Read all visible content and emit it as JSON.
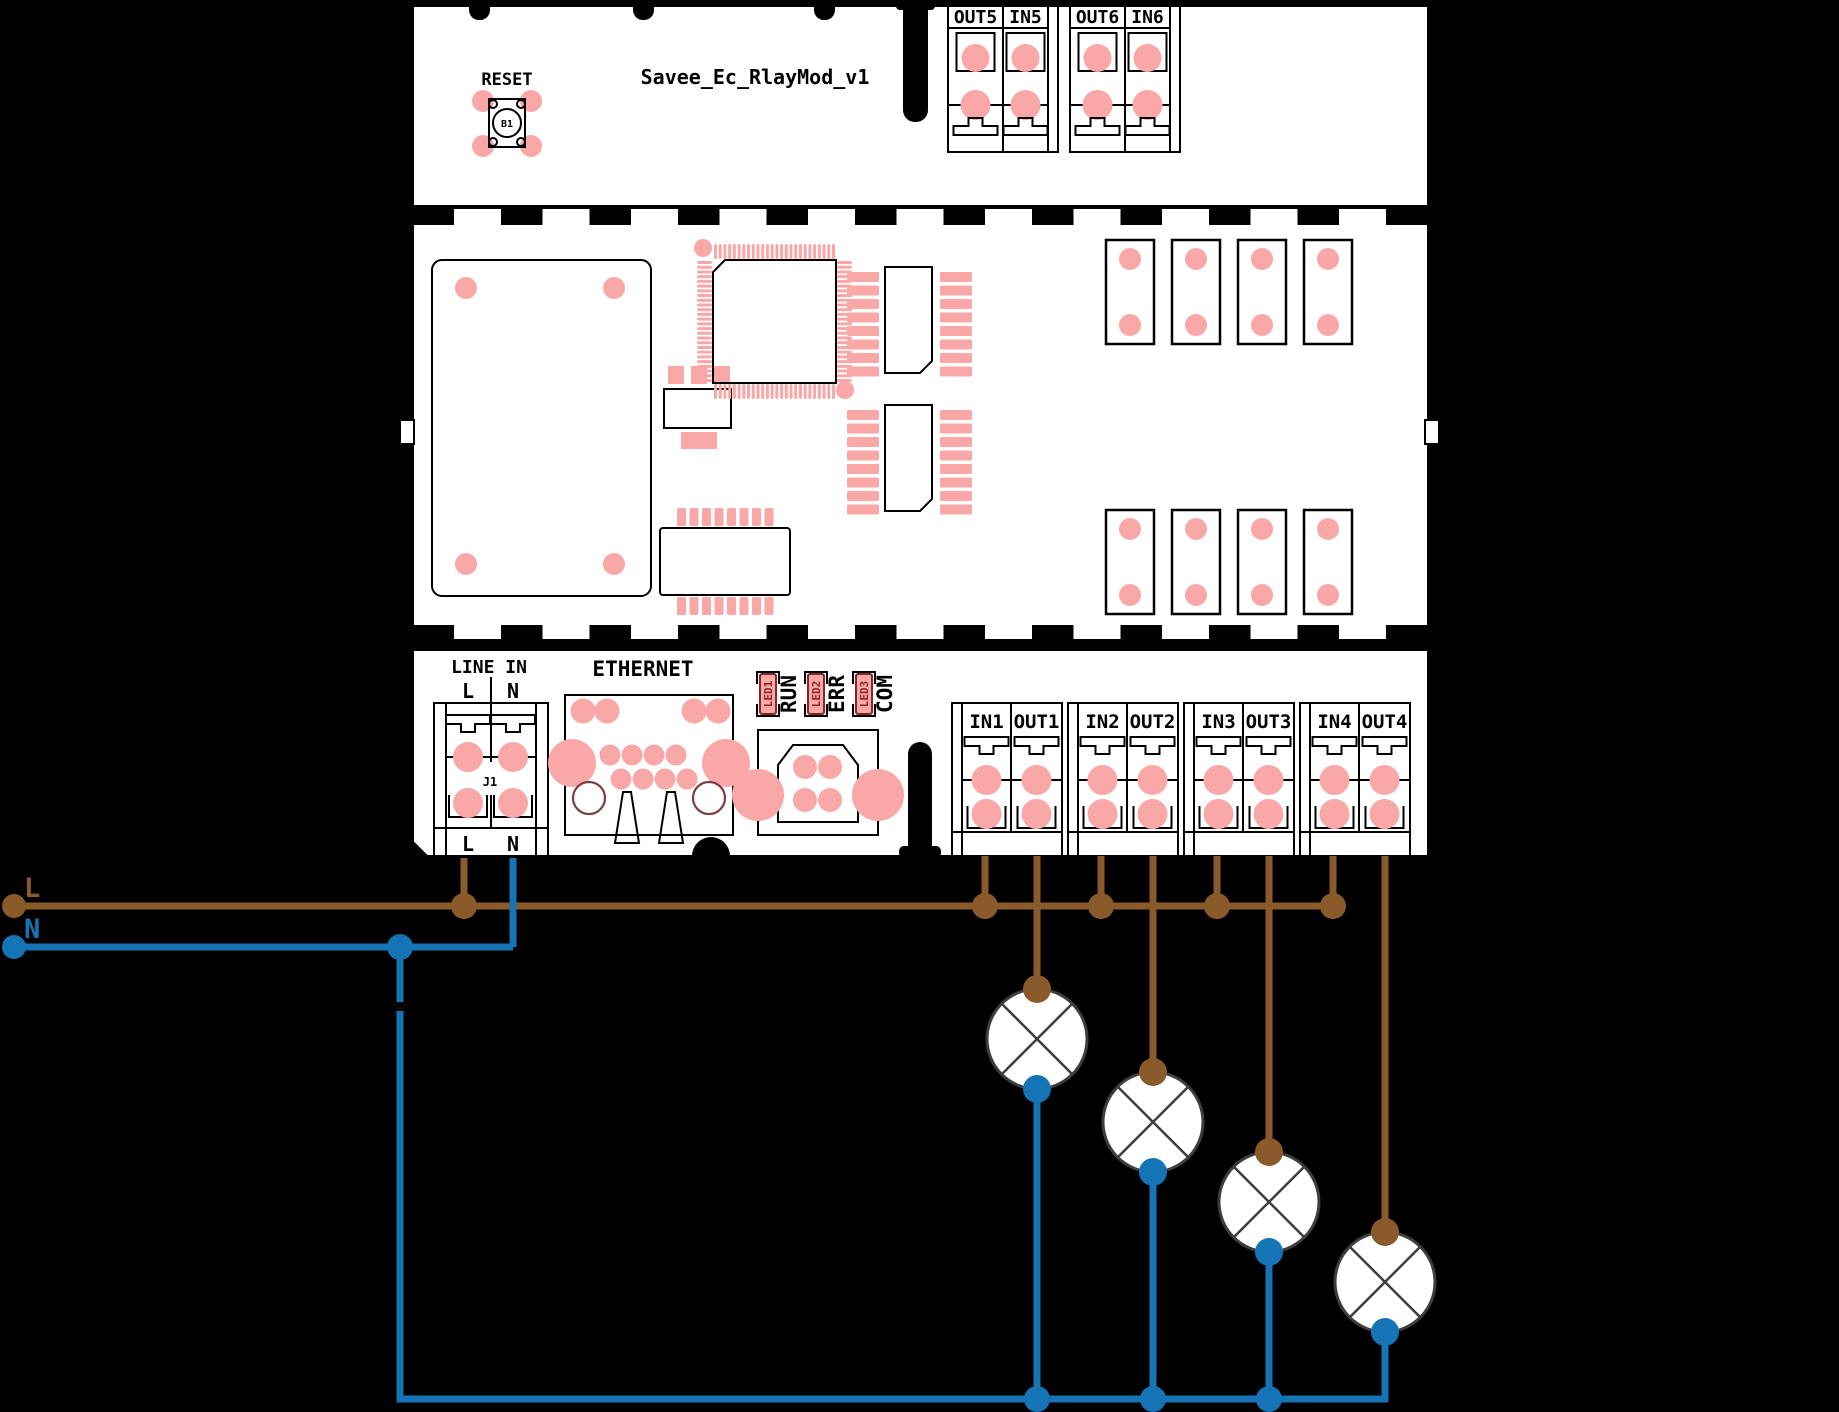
{
  "board": {
    "title": "Savee_Ec_RlayMod_v1",
    "reset_label": "RESET",
    "reset_designator": "B1"
  },
  "top_terminals": {
    "labels": [
      "OUT5",
      "IN5",
      "OUT6",
      "IN6"
    ]
  },
  "line_in": {
    "title": "LINE IN",
    "col_labels": [
      "L",
      "N"
    ],
    "designator": "J1",
    "bottom_labels": [
      "L",
      "N"
    ]
  },
  "ethernet": {
    "label": "ETHERNET"
  },
  "leds": [
    {
      "ref": "LED1",
      "name": "RUN"
    },
    {
      "ref": "LED2",
      "name": "ERR"
    },
    {
      "ref": "LED3",
      "name": "COM"
    }
  ],
  "io_terminals": {
    "labels": [
      "IN1",
      "OUT1",
      "IN2",
      "OUT2",
      "IN3",
      "OUT3",
      "IN4",
      "OUT4"
    ]
  },
  "supply": {
    "live_label": "L",
    "neutral_label": "N"
  },
  "lamps": {
    "count": 4,
    "connected_outputs": [
      "OUT1",
      "OUT2",
      "OUT3",
      "OUT4"
    ]
  },
  "colors": {
    "wire_live_brown": "#8A5A2B",
    "wire_neutral_blue": "#1574B5",
    "pad_pink": "#F9A7A7",
    "led_dark_red": "#8B2626",
    "lamp_stroke": "#3D3D3D",
    "latch_outline": "#7A4040",
    "background": "#000000",
    "board_fill": "#FFFFFF"
  }
}
